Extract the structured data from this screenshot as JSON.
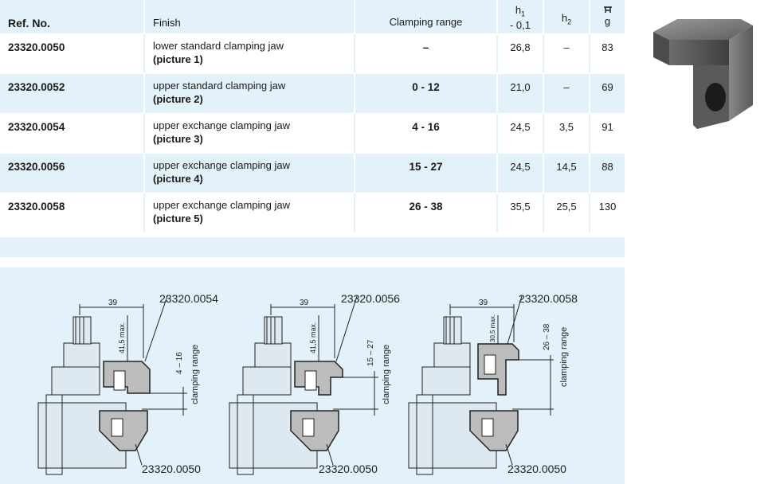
{
  "table": {
    "headers": {
      "ref_no": "Ref. No.",
      "finish": "Finish",
      "clamping_range": "Clamping range",
      "h1_symbol": "h",
      "h1_sub": "1",
      "h1_tol": "- 0,1",
      "h2_symbol": "h",
      "h2_sub": "2",
      "weight_icon": "scale-weight-icon",
      "weight_unit": "g"
    },
    "rows": [
      {
        "ref": "23320.0050",
        "finish": "lower standard clamping jaw",
        "picture": "(picture 1)",
        "range": "–",
        "h1": "26,8",
        "h2": "–",
        "g": "83"
      },
      {
        "ref": "23320.0052",
        "finish": "upper standard clamping jaw",
        "picture": "(picture 2)",
        "range": "0 - 12",
        "h1": "21,0",
        "h2": "–",
        "g": "69"
      },
      {
        "ref": "23320.0054",
        "finish": "upper exchange clamping jaw",
        "picture": "(picture 3)",
        "range": "4 - 16",
        "h1": "24,5",
        "h2": "3,5",
        "g": "91"
      },
      {
        "ref": "23320.0056",
        "finish": "upper exchange clamping jaw",
        "picture": "(picture 4)",
        "range": "15 - 27",
        "h1": "24,5",
        "h2": "14,5",
        "g": "88"
      },
      {
        "ref": "23320.0058",
        "finish": "upper exchange clamping jaw",
        "picture": "(picture 5)",
        "range": "26 - 38",
        "h1": "35,5",
        "h2": "25,5",
        "g": "130"
      }
    ]
  },
  "colors": {
    "band": "#e3f1fb",
    "ink": "#222222"
  },
  "drawings": [
    {
      "dim_width": "39",
      "upper_ref": "23320.0054",
      "height_max": "41,5 max.",
      "range": "4 – 16",
      "range_label": "clamping range",
      "lower_ref": "23320.0050"
    },
    {
      "dim_width": "39",
      "upper_ref": "23320.0056",
      "height_max": "41,5 max.",
      "range": "15 – 27",
      "range_label": "clamping range",
      "lower_ref": "23320.0050"
    },
    {
      "dim_width": "39",
      "upper_ref": "23320.0058",
      "height_max": "30,5 max.",
      "range": "26 – 38",
      "range_label": "clamping range",
      "lower_ref": "23320.0050"
    }
  ]
}
